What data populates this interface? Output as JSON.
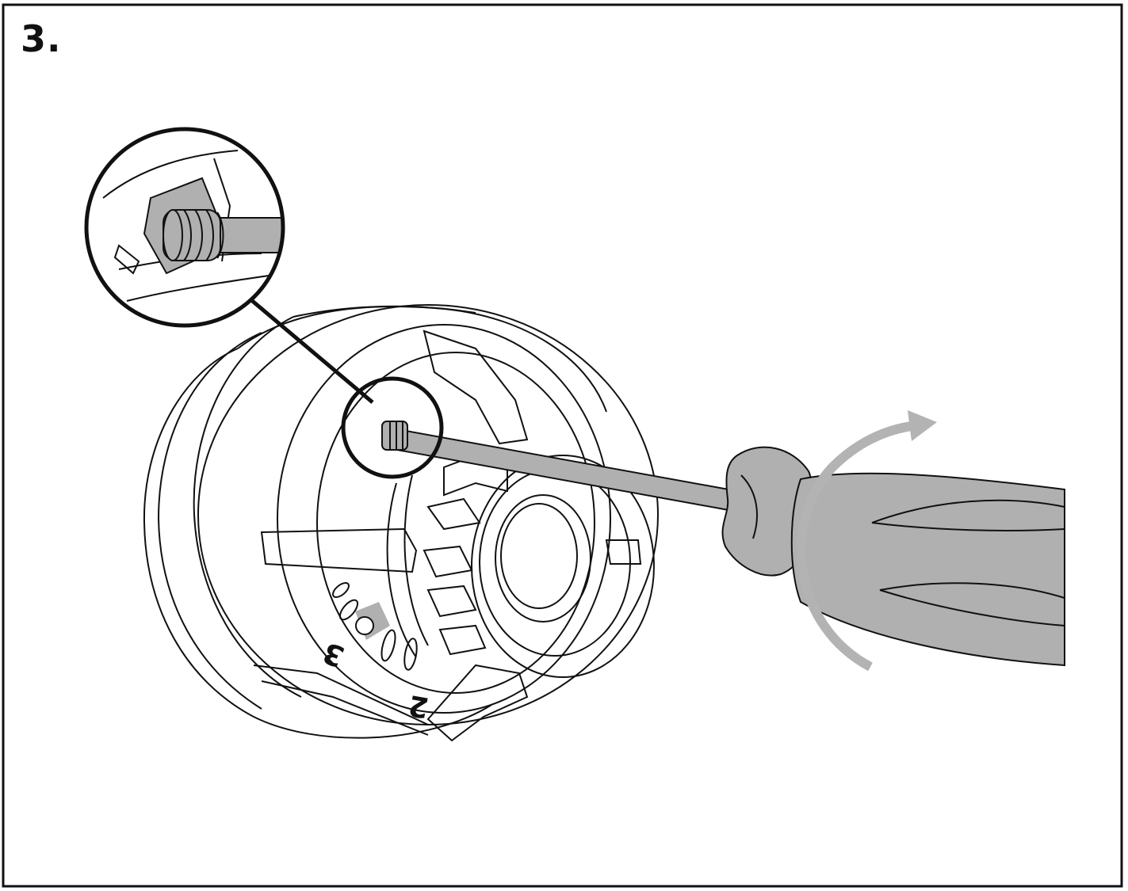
{
  "step": {
    "number": "3."
  },
  "ring_labels": {
    "mark_3": "3",
    "mark_2": "2"
  },
  "colors": {
    "line": "#111111",
    "fill_gray": "#b0b0b0",
    "arrow_gray": "#b3b3b3",
    "background": "#ffffff"
  },
  "icons": {
    "rotation_arrow": "curved-arrow-clockwise-icon",
    "magnifier": "detail-zoom-circle"
  }
}
